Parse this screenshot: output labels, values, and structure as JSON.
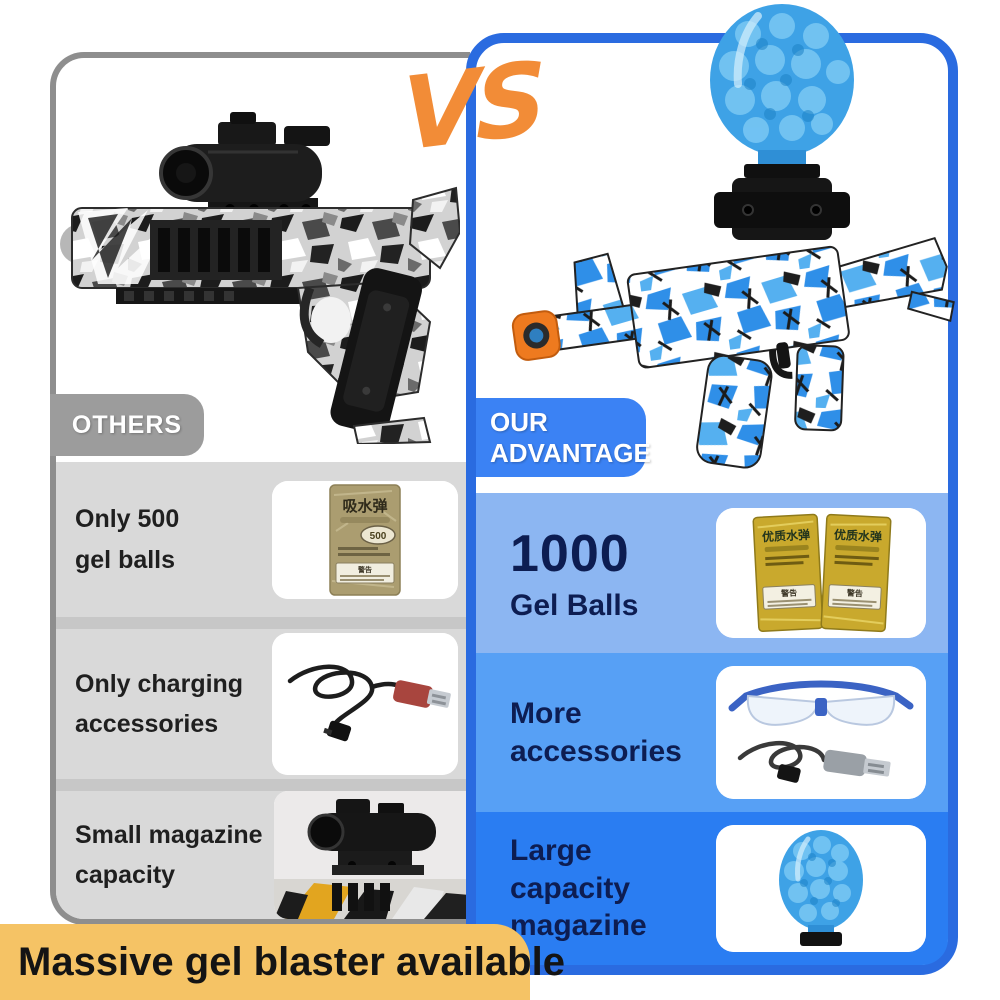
{
  "vs_label": "VS",
  "left_panel": {
    "tab": "OTHERS",
    "gun": "black-white-camo-gel-blaster-pistol-with-red-dot-scope",
    "items": [
      {
        "line1": "Only 500",
        "line2": "gel balls",
        "image": "tan-gel-ball-packet"
      },
      {
        "line1": "Only charging",
        "line2": "accessories",
        "image": "usb-charging-cable"
      },
      {
        "line1": "Small magazine",
        "line2": "capacity",
        "image": "scope-on-blaster-photo"
      }
    ]
  },
  "right_panel": {
    "tab_line1": "OUR",
    "tab_line2": "ADVANTAGE",
    "gun": "blue-camo-gel-blaster-rifle-with-gel-ball-hopper",
    "items": [
      {
        "line1": "1000",
        "line2": "Gel Balls",
        "image": "two-gold-gel-ball-packets"
      },
      {
        "line1": "More",
        "line2": "accessories",
        "image": "safety-goggles-and-usb-cable"
      },
      {
        "line1": "Large capacity",
        "line2": "magazine",
        "image": "blue-gel-ball-hopper"
      }
    ]
  },
  "packets": {
    "left_label": "吸水弹",
    "left_badge": "500",
    "warning": "警告",
    "right_label": "优质水弹"
  },
  "banner": "Massive gel blaster available",
  "colors": {
    "vs_orange": "#F28C37",
    "banner_orange": "#F5C365",
    "panel_blue_border": "#2A6BE0",
    "tab_blue": "#3B82F4",
    "row_blue_1": "#8CB6F2",
    "row_blue_2": "#57A0F5",
    "row_blue_3": "#2A7DF2",
    "gray_tab": "#9C9C9C",
    "gray_row": "#D9D9D9",
    "navy_text": "#0D1D52"
  }
}
